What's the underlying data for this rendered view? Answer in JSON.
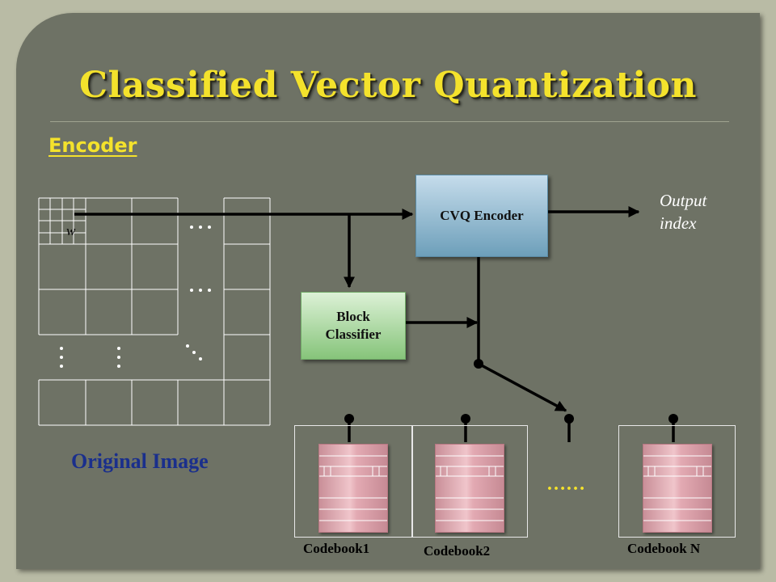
{
  "title": "Classified Vector Quantization",
  "subtitle": "Encoder",
  "blocks": {
    "cvq_encoder": "CVQ Encoder",
    "block_classifier_line1": "Block",
    "block_classifier_line2": "Classifier"
  },
  "output": {
    "line1": "Output",
    "line2": "index"
  },
  "image": {
    "label": "Original Image",
    "block_label": "w"
  },
  "codebooks": [
    "Codebook1",
    "Codebook2",
    "Codebook N"
  ],
  "ellipsis": "……",
  "colors": {
    "title": "#f4e22c",
    "panel": "#6e7265",
    "cvq_box": "#8fb8cf",
    "classifier_box": "#a8d69c",
    "codebook": "#e8b4bb",
    "original_image_label": "#1a2f8c"
  }
}
